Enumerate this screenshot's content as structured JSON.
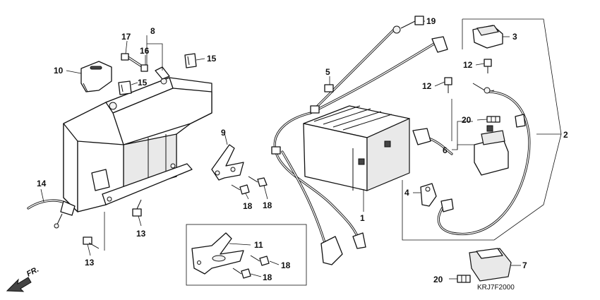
{
  "callouts": [
    {
      "id": "c1",
      "label": "1"
    },
    {
      "id": "c2",
      "label": "2"
    },
    {
      "id": "c3",
      "label": "3"
    },
    {
      "id": "c4",
      "label": "4"
    },
    {
      "id": "c5",
      "label": "5"
    },
    {
      "id": "c6",
      "label": "6"
    },
    {
      "id": "c7",
      "label": "7"
    },
    {
      "id": "c8",
      "label": "8"
    },
    {
      "id": "c9",
      "label": "9"
    },
    {
      "id": "c10",
      "label": "10"
    },
    {
      "id": "c11",
      "label": "11"
    },
    {
      "id": "c12a",
      "label": "12"
    },
    {
      "id": "c12b",
      "label": "12"
    },
    {
      "id": "c13a",
      "label": "13"
    },
    {
      "id": "c13b",
      "label": "13"
    },
    {
      "id": "c14",
      "label": "14"
    },
    {
      "id": "c15a",
      "label": "15"
    },
    {
      "id": "c15b",
      "label": "15"
    },
    {
      "id": "c16",
      "label": "16"
    },
    {
      "id": "c17",
      "label": "17"
    },
    {
      "id": "c18a",
      "label": "18"
    },
    {
      "id": "c18b",
      "label": "18"
    },
    {
      "id": "c18c",
      "label": "18"
    },
    {
      "id": "c18d",
      "label": "18"
    },
    {
      "id": "c19",
      "label": "19"
    },
    {
      "id": "c20a",
      "label": "20"
    },
    {
      "id": "c20b",
      "label": "20"
    }
  ],
  "direction_label": "FR.",
  "diagram_code": "KRJ7F2000"
}
